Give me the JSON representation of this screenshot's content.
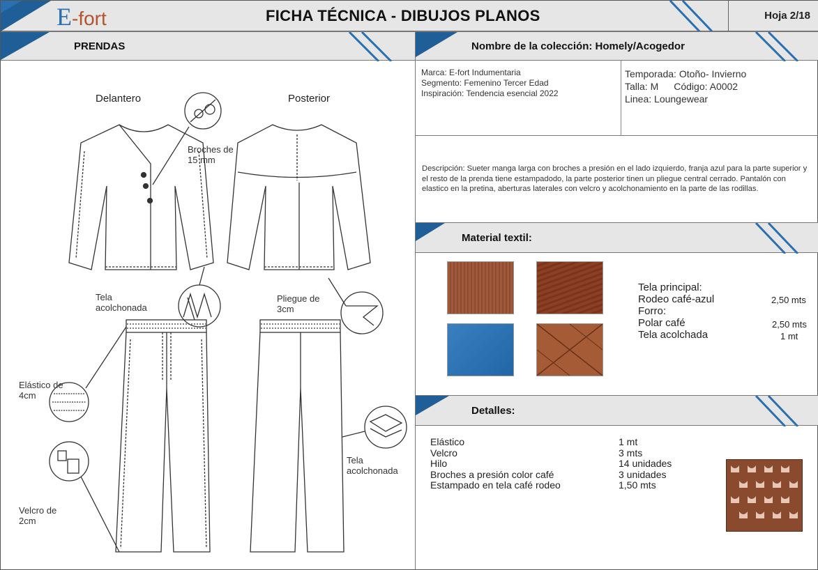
{
  "header": {
    "logo_main": "E",
    "logo_accent": "-fort",
    "title": "FICHA TÉCNICA - DIBUJOS PLANOS",
    "sheet": "Hoja 2/18",
    "colors": {
      "accent_blue": "#2a6fb0",
      "band_gray": "#e6e6e6",
      "triangle_blue": "#1f5e96"
    }
  },
  "left": {
    "section_title": "PRENDAS",
    "front_label": "Delantero",
    "back_label": "Posterior",
    "callouts": {
      "broches": [
        "Broches de",
        "15 mm"
      ],
      "tela_acolchonada_top": [
        "Tela",
        "acolchonada"
      ],
      "pliegue": [
        "Pliegue de",
        "3cm"
      ],
      "elastico": [
        "Elástico de",
        "4cm"
      ],
      "velcro": [
        "Velcro de",
        "2cm"
      ],
      "tela_acolchonada_side": [
        "Tela",
        "acolchonada"
      ]
    }
  },
  "right": {
    "collection_title": "Nombre de la colección: Homely/Acogedor",
    "info_left": [
      "Marca: E-fort Indumentaria",
      "Segmento: Femenino Tercer Edad",
      "Inspiración: Tendencia esencial 2022"
    ],
    "info_right": {
      "temporada": "Temporada: Otoño- Invierno",
      "talla": "Talla:  M",
      "codigo": "Código: A0002",
      "linea": "Linea: Loungewear"
    },
    "description": "Descripción: Sueter manga larga con broches a presión en el lado izquierdo, franja azul para la parte superior y el resto de la prenda tiene estampadodo, la parte posterior tinen un pliegue central cerrado. Pantalón con elastico en la pretina, aberturas laterales con velcro y acolchonamiento en la parte de las rodillas.",
    "material_title": "Material textil:",
    "swatch_colors": [
      "#a0593a",
      "#8d3f23",
      "#2d72b4",
      "#a45b36"
    ],
    "materials": [
      {
        "name": "Tela principal:",
        "qty": ""
      },
      {
        "name": "Rodeo café-azul",
        "qty": "2,50 mts"
      },
      {
        "name": "Forro:",
        "qty": ""
      },
      {
        "name": "Polar café",
        "qty": "2,50  mts"
      },
      {
        "name": "Tela acolchada",
        "qty": "1 mt"
      }
    ],
    "details_title": "Detalles:",
    "details": [
      {
        "name": "Elástico",
        "qty": "1 mt"
      },
      {
        "name": "Velcro",
        "qty": "3 mts"
      },
      {
        "name": "Hilo",
        "qty": "14 unidades"
      },
      {
        "name": "Broches a presión color café",
        "qty": "3 unidades"
      },
      {
        "name": "Estampado en tela café rodeo",
        "qty": "1,50 mts"
      }
    ]
  }
}
